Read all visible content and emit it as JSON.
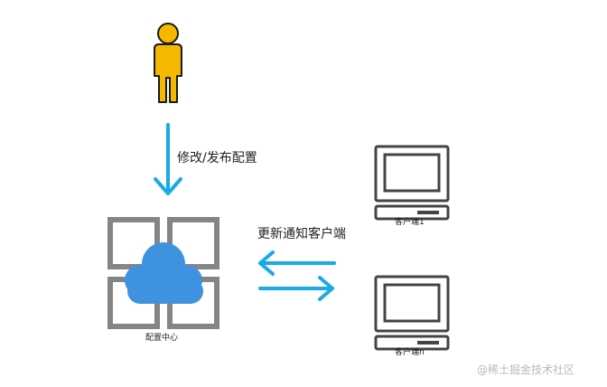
{
  "diagram": {
    "actions": {
      "modify_publish": "修改/发布配置",
      "update_notify": "更新通知客户端"
    },
    "nodes": {
      "client_1": "客户端1",
      "client_n": "客户端n",
      "config_center": "配置中心"
    },
    "watermark": "@稀土掘金技术社区"
  },
  "colors": {
    "user": "#F5B800",
    "user_outline": "#1a1a1a",
    "arrow": "#1AAAE6",
    "cloud": "#3F92DF",
    "frame": "#858585",
    "monitor": "#444444"
  },
  "icons": {
    "user": "person-icon",
    "client": "computer-icon",
    "config_center": "cloud-grid-icon"
  }
}
